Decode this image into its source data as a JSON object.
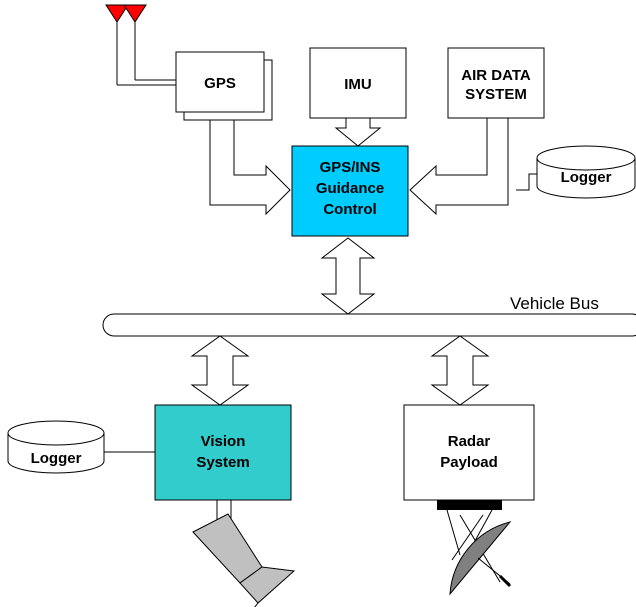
{
  "diagram": {
    "gps": {
      "label": "GPS"
    },
    "imu": {
      "label": "IMU"
    },
    "air_data": {
      "line1": "AIR DATA",
      "line2": "SYSTEM"
    },
    "logger_top": {
      "label": "Logger"
    },
    "guidance": {
      "line1": "GPS/INS",
      "line2": "Guidance",
      "line3": "Control"
    },
    "bus": {
      "label": "Vehicle Bus"
    },
    "vision": {
      "line1": "Vision",
      "line2": "System"
    },
    "logger_bottom": {
      "label": "Logger"
    },
    "radar": {
      "line1": "Radar",
      "line2": "Payload"
    }
  },
  "colors": {
    "guidance_fill": "#00ccff",
    "vision_fill": "#33cccc",
    "antenna": "#ff0000",
    "camera": "#c0c0c0",
    "radar_dish": "#808080",
    "box_fill": "#ffffff"
  },
  "icons": [
    "antenna-icon",
    "camera-icon",
    "radar-dish-icon",
    "cylinder-icon"
  ]
}
